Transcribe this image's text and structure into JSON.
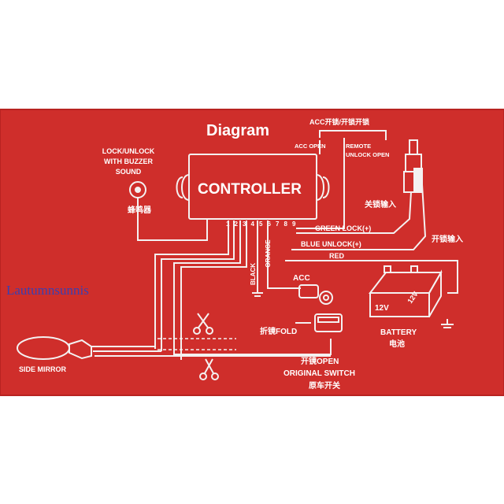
{
  "title": "Diagram",
  "controller": {
    "label": "CONTROLLER",
    "pins": [
      "1",
      "2",
      "3",
      "4",
      "5",
      "6",
      "7",
      "8",
      "9"
    ]
  },
  "buzzer": {
    "line1": "LOCK/UNLOCK",
    "line2": "WITH BUZZER",
    "line3": "SOUND",
    "cn": "蜂鸣器"
  },
  "acc_header": "ACC开锁/开锁开锁",
  "acc_open": "ACC OPEN",
  "remote_line1": "REMOTE",
  "remote_line2": "UNLOCK OPEN",
  "close_input_cn": "关锁输入",
  "open_input_cn": "开锁输入",
  "green_lock": "GREEN LOCK(+)",
  "blue_unlock": "BLUE UNLOCK(+)",
  "red": "RED",
  "black": "BLACK",
  "orange": "ORANGE",
  "acc": "ACC",
  "fold": "折镜FOLD",
  "open_switch_cn": "开镜OPEN",
  "original_switch": "ORIGINAL SWITCH",
  "original_switch_cn": "原车开关",
  "battery": {
    "en": "BATTERY",
    "cn": "电池",
    "v1": "12V",
    "v2": "12V"
  },
  "side_mirror": "SIDE MIRROR",
  "watermark": "Lautumnsunnis",
  "colors": {
    "panel": "#cf2e2b",
    "panel_dark": "#b82321",
    "wire": "#f4f1f1"
  }
}
